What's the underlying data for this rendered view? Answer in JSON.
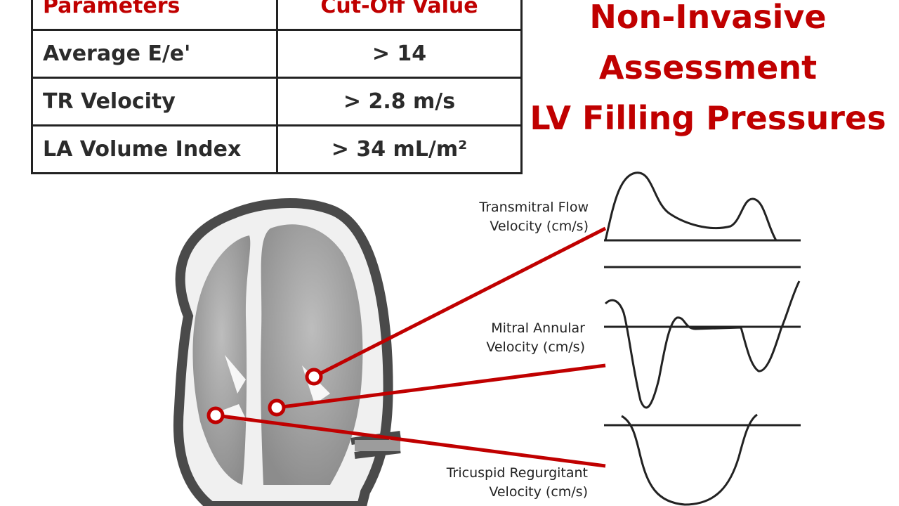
{
  "table": {
    "header": {
      "parameter": "Parameters",
      "cutoff": "Cut-Off Value"
    },
    "rows": [
      {
        "parameter": "Average E/e'",
        "cutoff": "> 14"
      },
      {
        "parameter": "TR Velocity",
        "cutoff": "> 2.8 m/s"
      },
      {
        "parameter": "LA Volume Index",
        "cutoff": "> 34  mL/m²"
      }
    ]
  },
  "title": {
    "line1": "Non-Invasive",
    "line2": "Assessment",
    "line3": "LV Filling Pressures"
  },
  "labels": {
    "transmitral": {
      "line1": "Transmitral Flow",
      "line2": "Velocity (cm/s)"
    },
    "annular": {
      "line1": "Mitral Annular",
      "line2": "Velocity (cm/s)"
    },
    "tricuspid": {
      "line1": "Tricuspid Regurgitant",
      "line2": "Velocity (cm/s)"
    }
  },
  "colors": {
    "accent": "#c00000",
    "ink": "#222222",
    "heart_fill": "#9a9a9a"
  }
}
